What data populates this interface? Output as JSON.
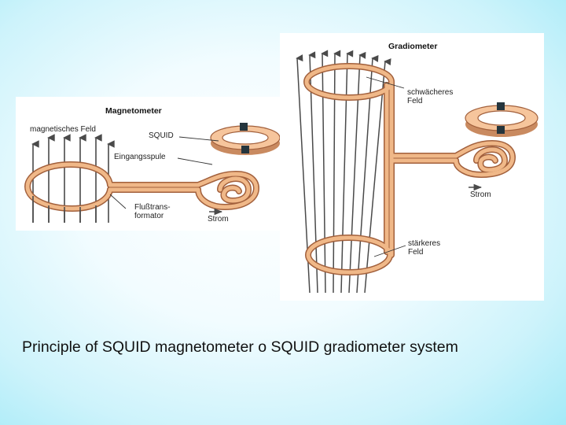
{
  "colors": {
    "coil_fill": "#f0b888",
    "coil_stroke": "#a2603c",
    "ring_fill": "#f6c59c",
    "junction": "#25353d",
    "field_line": "#4a4a4a",
    "background": "#a8ecf8"
  },
  "magnetometer": {
    "title": "Magnetometer",
    "labels": {
      "field": "magnetisches Feld",
      "squid": "SQUID",
      "input_coil": "Eingangsspule",
      "flux_transformer_line1": "Flußtrans-",
      "flux_transformer_line2": "formator",
      "current": "Strom"
    }
  },
  "gradiometer": {
    "title": "Gradiometer",
    "labels": {
      "weaker_field_line1": "schwächeres",
      "weaker_field_line2": "Feld",
      "current": "Strom",
      "stronger_field_line1": "stärkeres",
      "stronger_field_line2": "Feld"
    }
  },
  "caption": "Principle of SQUID magnetometer o SQUID gradiometer system"
}
